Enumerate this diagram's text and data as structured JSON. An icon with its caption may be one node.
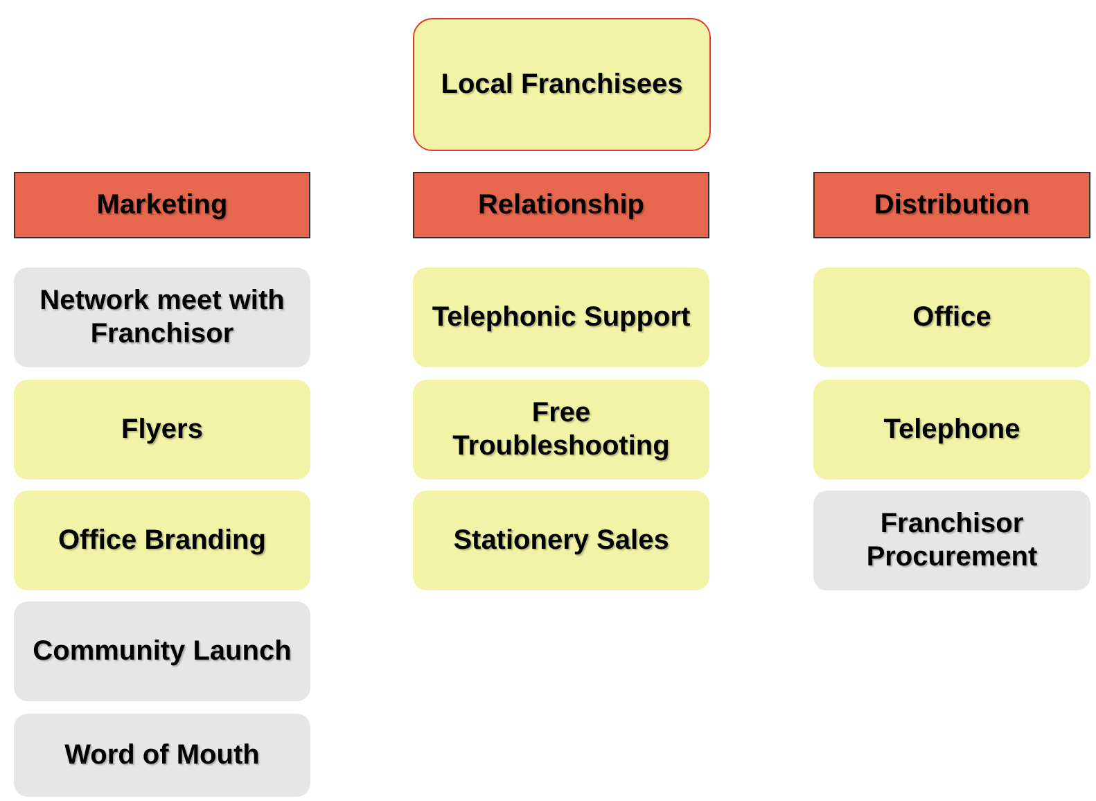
{
  "diagram": {
    "nodes": [
      {
        "text": [
          "Local Franchisees"
        ]
      },
      {
        "text": [
          "Marketing"
        ]
      },
      {
        "text": [
          "Relationship"
        ]
      },
      {
        "text": [
          "Distribution"
        ]
      },
      {
        "text": [
          "Network meet with Franchisor"
        ]
      },
      {
        "text": [
          "Flyers"
        ]
      },
      {
        "text": [
          "Office Branding"
        ]
      },
      {
        "text": [
          "Community Launch"
        ]
      },
      {
        "text": [
          "Word of Mouth"
        ]
      },
      {
        "text": [
          "Telephonic Support"
        ]
      },
      {
        "text": [
          "Free Troubleshooting"
        ]
      },
      {
        "text": [
          "Stationery Sales"
        ]
      },
      {
        "text": [
          "Office"
        ]
      },
      {
        "text": [
          "Telephone"
        ]
      },
      {
        "text": [
          "Franchisor Procurement"
        ]
      }
    ]
  }
}
